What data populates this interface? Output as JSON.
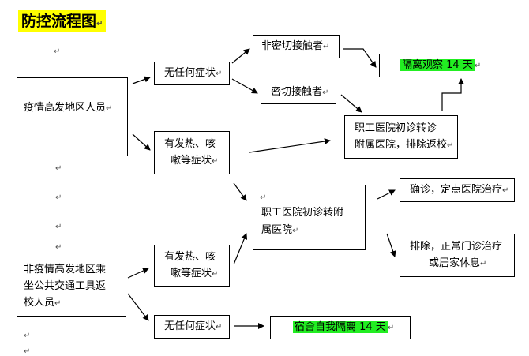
{
  "title": "防控流程图",
  "return_mark": "↵",
  "nodes": {
    "high_risk_people": "疫情高发地区人员",
    "no_symptoms_top": "无任何症状",
    "non_close_contact": "非密切接触者",
    "close_contact": "密切接触者",
    "isolation_observe": "隔离观察 14 天",
    "fever_cough_top_line1": "有发热、咳",
    "fever_cough_top_line2": "嗽等症状",
    "clinic_transfer_exclude_line1": "职工医院初诊转诊",
    "clinic_transfer_exclude_line2": "附属医院，排除返校",
    "clinic_transfer_line1": "职工医院初诊转附",
    "clinic_transfer_line2": "属医院",
    "confirmed": "确诊，定点医院治疗",
    "excluded_line1": "排除，正常门诊治疗",
    "excluded_line2": "或居家休息",
    "non_high_risk_line1": "非疫情高发地区乘",
    "non_high_risk_line2": "坐公共交通工具返",
    "non_high_risk_line3": "校人员",
    "fever_cough_bottom_line1": "有发热、咳",
    "fever_cough_bottom_line2": "嗽等症状",
    "no_symptoms_bottom": "无任何症状",
    "dorm_isolation": "宿舍自我隔离 14 天"
  },
  "colors": {
    "title_bg": "#ffff00",
    "highlight": "#22ee22",
    "line": "#000000"
  }
}
